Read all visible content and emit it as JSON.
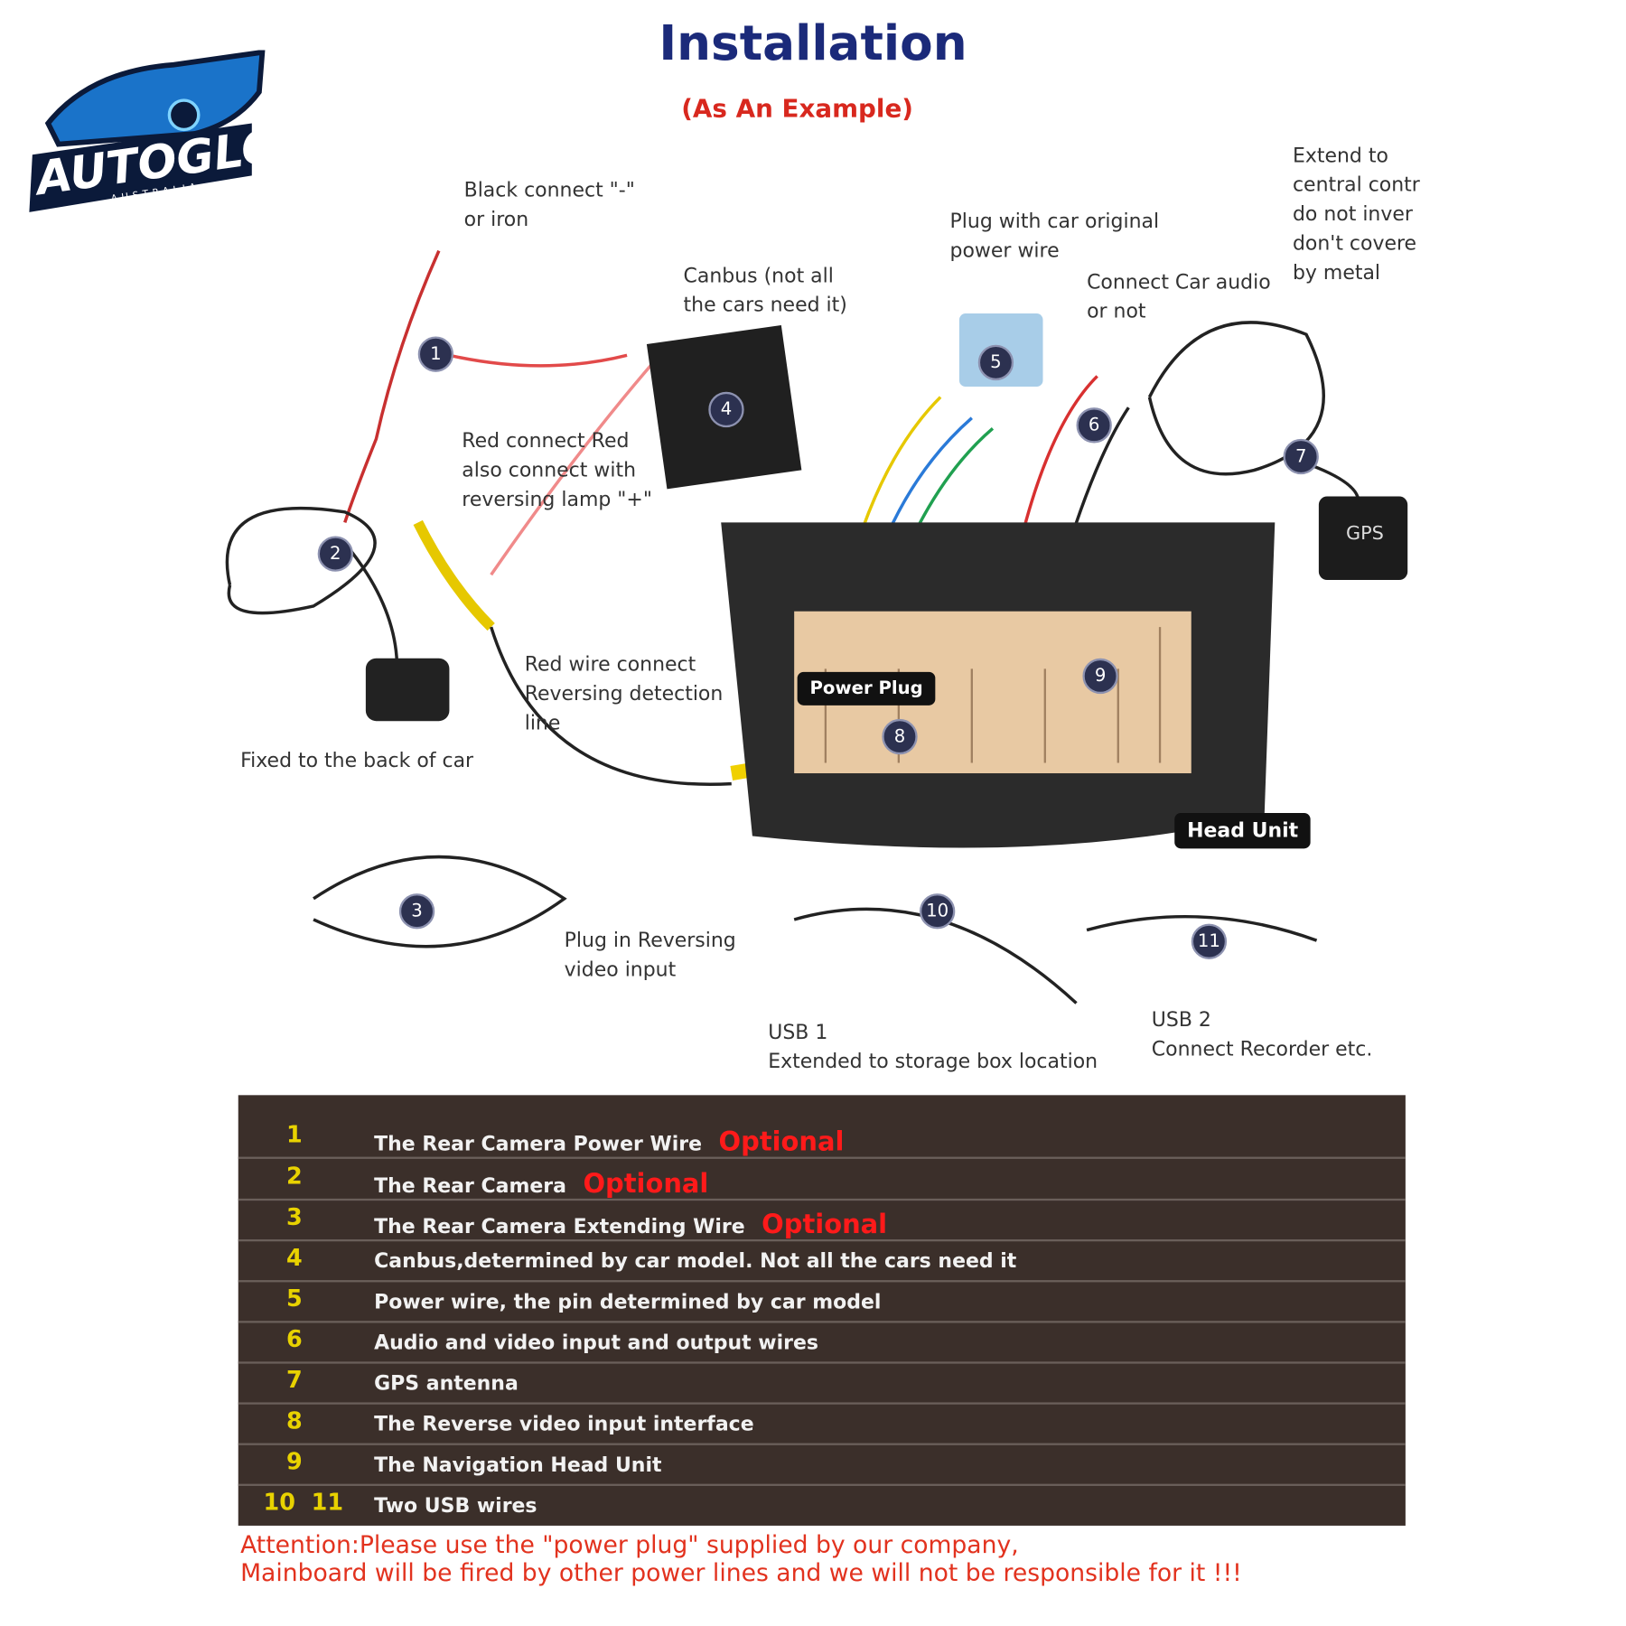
{
  "logo": {
    "brand": "AUTOGLO",
    "sub": "AUSTRALIA"
  },
  "title": "Installation",
  "subtitle": "(As An Example)",
  "labels": {
    "black": "Black connect \"-\"\nor iron",
    "canbus": "Canbus (not all\nthe cars need it)",
    "plug": "Plug with car original\npower wire",
    "audio": "Connect Car audio\nor not",
    "extend": "Extend to\ncentral contr\ndo not inver\ndon't covere\nby metal",
    "red": "Red connect Red\nalso connect with\nreversing lamp \"+\"",
    "redwire": "Red wire connect\nReversing detection\nline",
    "fixed": "Fixed to the back of car",
    "plugin": "Plug in Reversing\nvideo input",
    "usb1": "USB 1\nExtended to storage box location",
    "usb2": "USB 2\nConnect Recorder etc.",
    "power_plug": "Power Plug",
    "head_unit": "Head Unit",
    "gps": "GPS"
  },
  "callouts": [
    "1",
    "2",
    "3",
    "4",
    "5",
    "6",
    "7",
    "8",
    "9",
    "10",
    "11"
  ],
  "table": [
    {
      "num": "1",
      "text": "The Rear Camera Power Wire",
      "opt": "Optional"
    },
    {
      "num": "2",
      "text": "The Rear Camera",
      "opt": "Optional"
    },
    {
      "num": "3",
      "text": "The Rear Camera Extending Wire",
      "opt": "Optional"
    },
    {
      "num": "4",
      "text": "Canbus,determined by car model. Not all the cars need it",
      "opt": ""
    },
    {
      "num": "5",
      "text": "Power wire, the pin determined by car model",
      "opt": ""
    },
    {
      "num": "6",
      "text": "Audio and video input and output wires",
      "opt": ""
    },
    {
      "num": "7",
      "text": "GPS antenna",
      "opt": ""
    },
    {
      "num": "8",
      "text": "The Reverse video input interface",
      "opt": ""
    },
    {
      "num": "9",
      "text": "The Navigation Head Unit",
      "opt": ""
    },
    {
      "num": "10  11",
      "text": "Two USB wires",
      "opt": ""
    }
  ],
  "attention": "Attention:Please use the \"power plug\" supplied by our company,\nMainboard will be fired by other power lines and we will not be responsible for it !!!"
}
